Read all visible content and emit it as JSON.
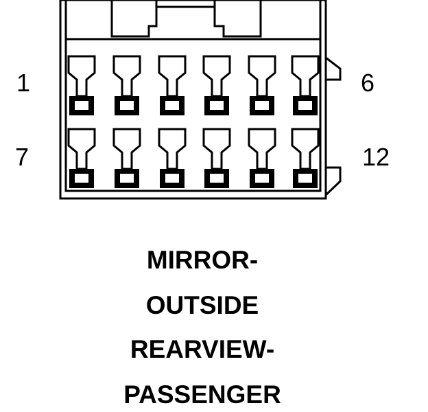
{
  "connector": {
    "pin_labels": {
      "top_left": "1",
      "top_right": "6",
      "bottom_left": "7",
      "bottom_right": "12"
    },
    "rows": 2,
    "columns": 6
  },
  "title": {
    "lines": [
      "MIRROR-",
      "OUTSIDE",
      "REARVIEW-",
      "PASSENGER"
    ]
  },
  "colors": {
    "ink": "#000000",
    "paper": "#ffffff"
  }
}
